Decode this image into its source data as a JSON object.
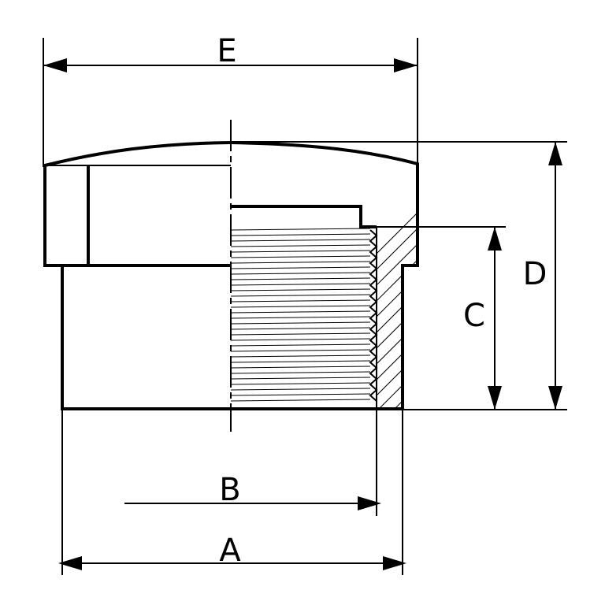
{
  "diagram": {
    "labels": {
      "e": "E",
      "d": "D",
      "c": "C",
      "b": "B",
      "a": "A"
    },
    "colors": {
      "stroke": "#000000",
      "background": "#ffffff"
    }
  }
}
